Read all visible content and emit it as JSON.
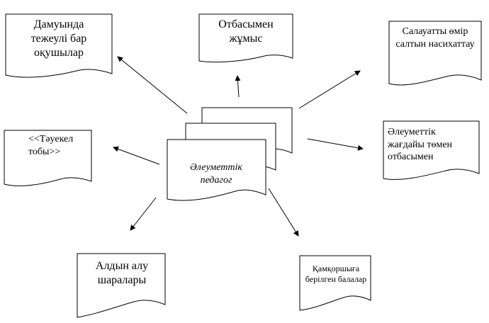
{
  "diagram": {
    "center": {
      "line1": "Әлеуметтік",
      "line2": "педагог"
    },
    "nodes": {
      "special_needs": {
        "line1": "Дамуында",
        "line2": "тежеулі бар",
        "line3": "оқушылар"
      },
      "family_work": {
        "line1": "Отбасымен",
        "line2": "жұмыс"
      },
      "healthy_lifestyle": {
        "line1": "Салауатты өмір",
        "line2": "салтын насихаттау"
      },
      "risk_group": {
        "line1": "<<Тәуекел",
        "line2": "тобы>>"
      },
      "low_income_families": {
        "line1": "Әлеуметтік",
        "line2": "жағдайы төмен",
        "line3": "отбасымен"
      },
      "prevention": {
        "line1": "Алдын алу",
        "line2": "шаралары"
      },
      "guardianship_children": {
        "line1": "Қамқоршыға",
        "line2": "берілген балалар"
      }
    }
  }
}
